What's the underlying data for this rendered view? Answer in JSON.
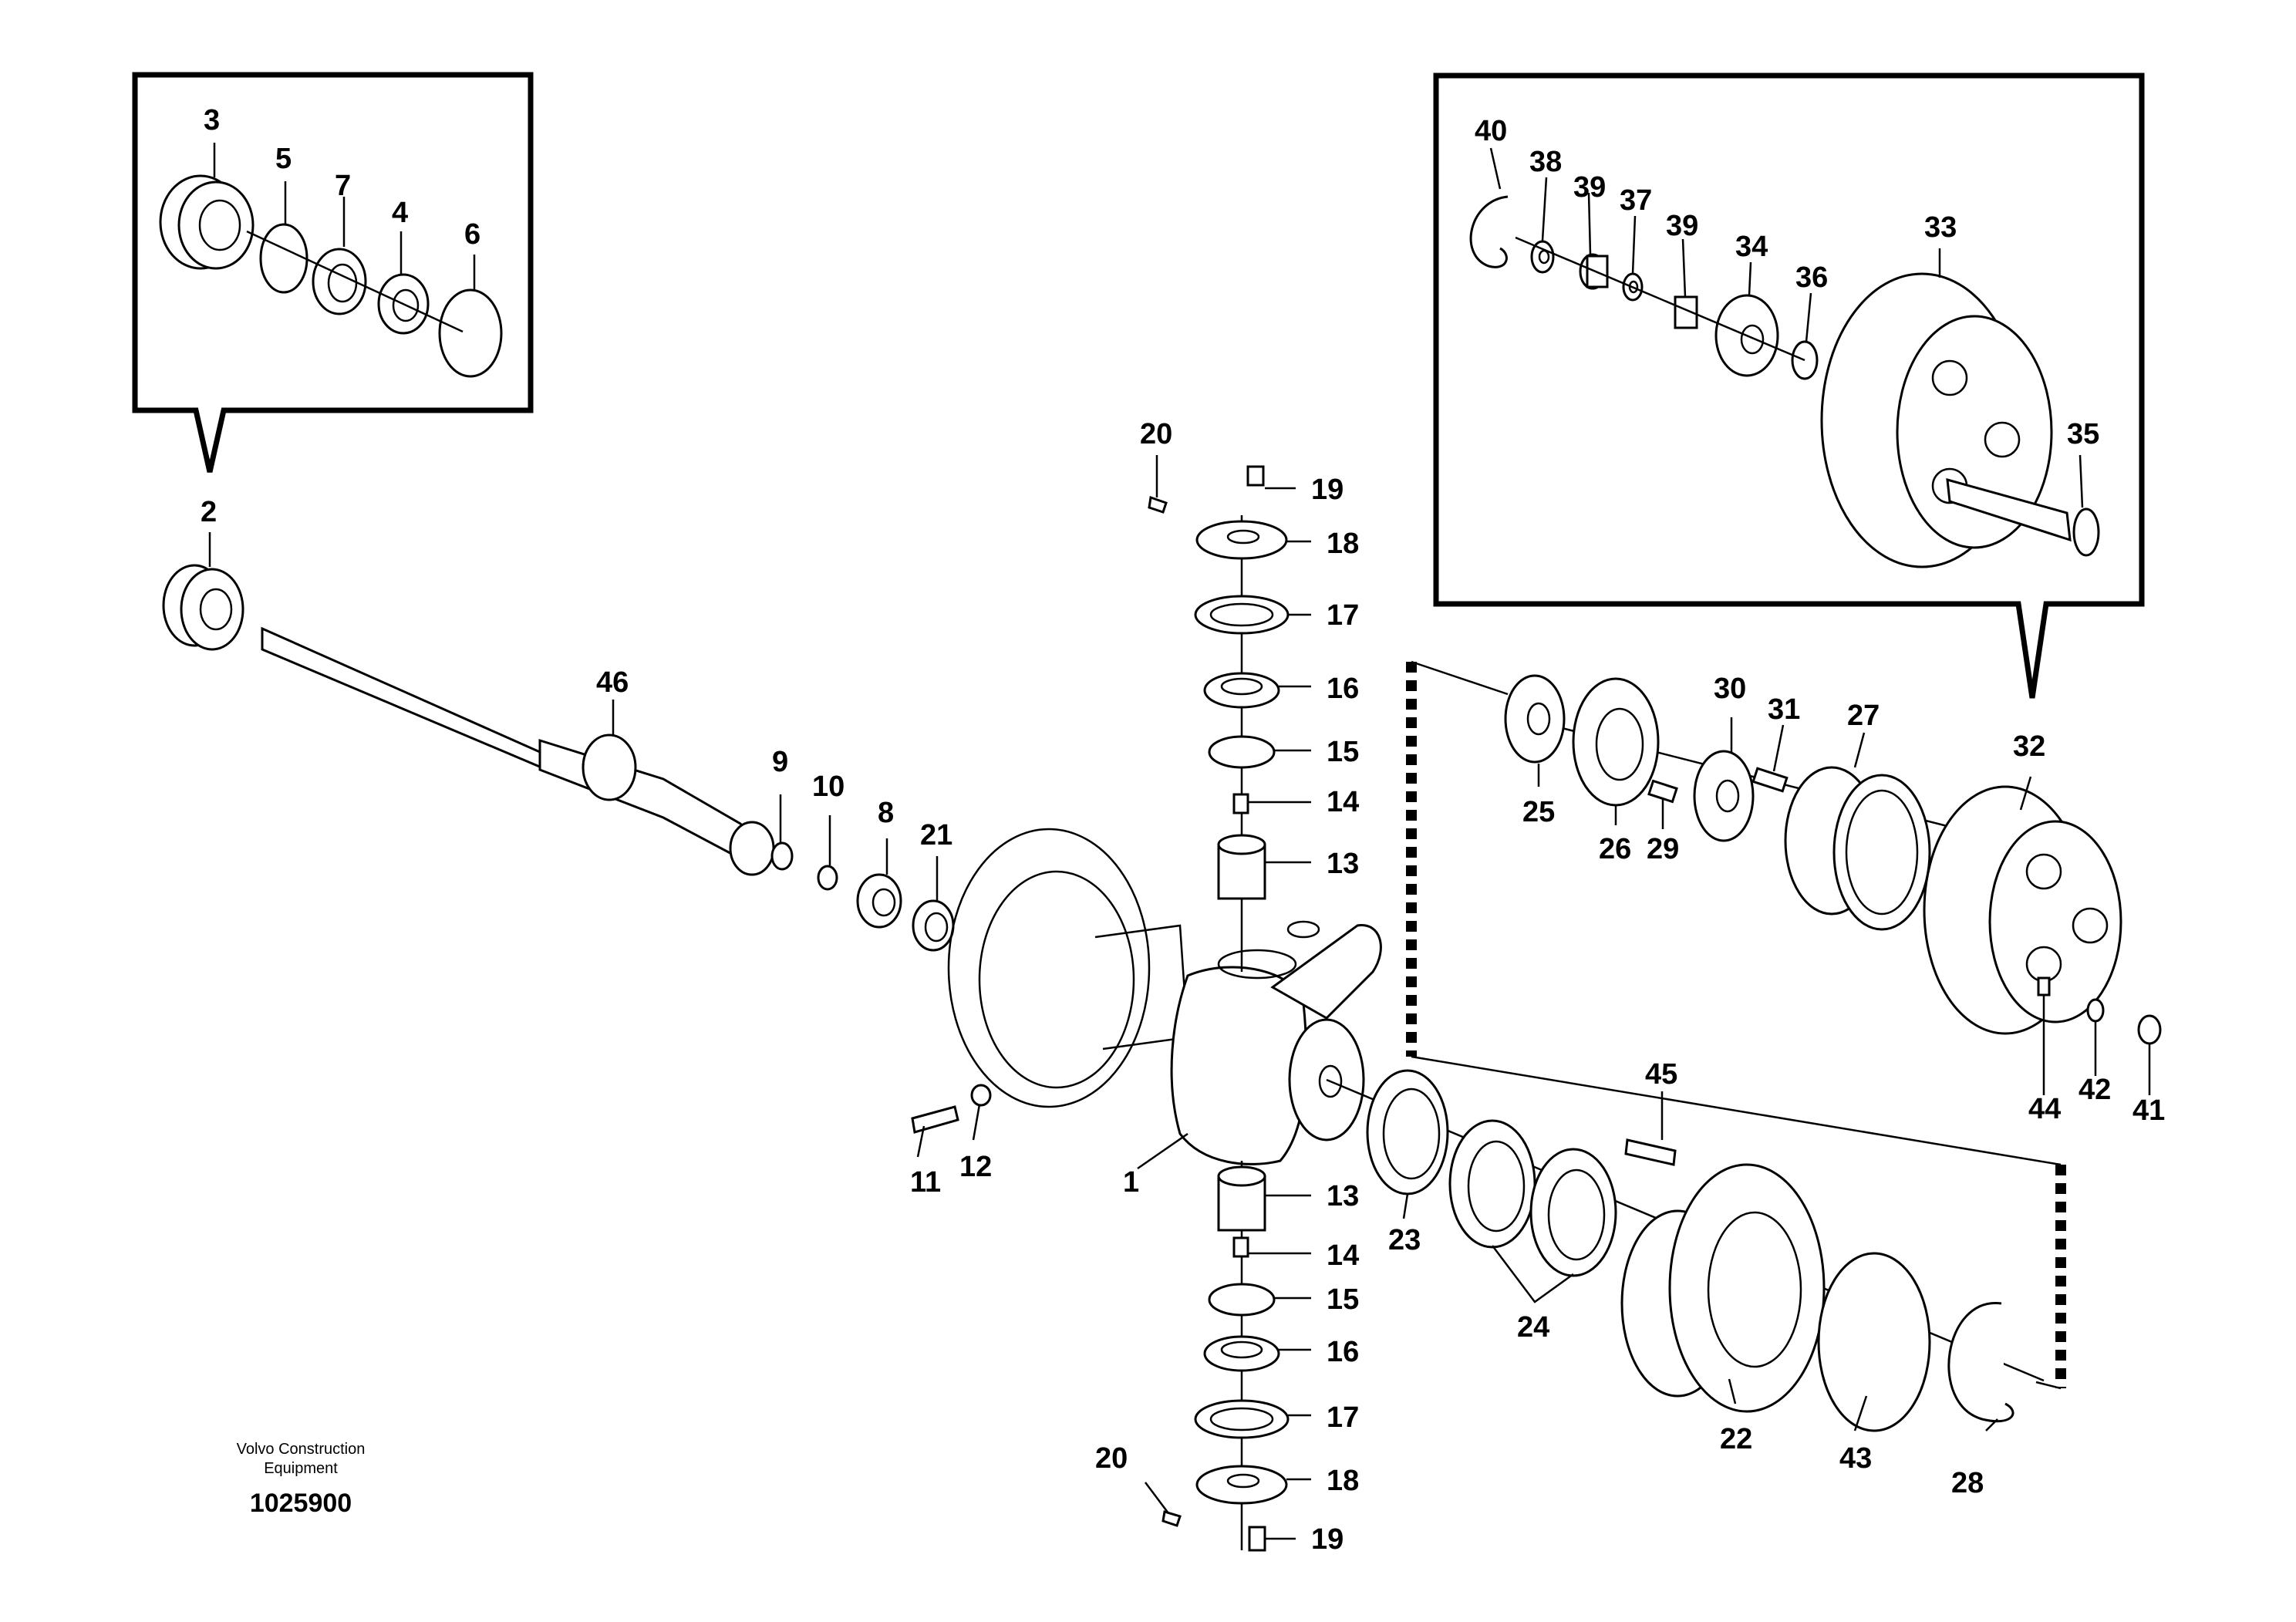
{
  "part_labels": {
    "p1": "1",
    "p2": "2",
    "p3": "3",
    "p4": "4",
    "p5": "5",
    "p6": "6",
    "p7": "7",
    "p8": "8",
    "p9": "9",
    "p10": "10",
    "p11": "11",
    "p12": "12",
    "p13a": "13",
    "p13b": "13",
    "p14a": "14",
    "p14b": "14",
    "p15a": "15",
    "p15b": "15",
    "p16a": "16",
    "p16b": "16",
    "p17a": "17",
    "p17b": "17",
    "p18a": "18",
    "p18b": "18",
    "p19a": "19",
    "p19b": "19",
    "p20a": "20",
    "p20b": "20",
    "p21": "21",
    "p22": "22",
    "p23": "23",
    "p24": "24",
    "p25": "25",
    "p26": "26",
    "p27": "27",
    "p28": "28",
    "p29": "29",
    "p30": "30",
    "p31": "31",
    "p32": "32",
    "p33": "33",
    "p34": "34",
    "p35": "35",
    "p36": "36",
    "p37": "37",
    "p38": "38",
    "p39a": "39",
    "p39b": "39",
    "p40": "40",
    "p41": "41",
    "p42": "42",
    "p43": "43",
    "p44": "44",
    "p45": "45",
    "p46": "46"
  },
  "footer": {
    "credit_line1": "Volvo Construction",
    "credit_line2": "Equipment",
    "document_number": "1025900"
  }
}
